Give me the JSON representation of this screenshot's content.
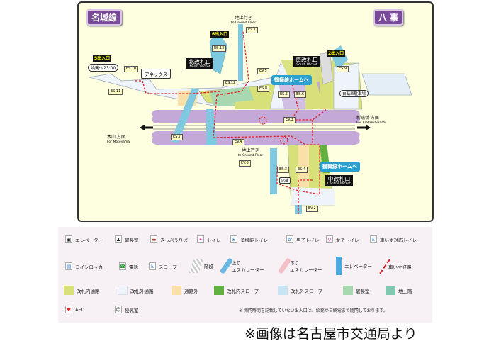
{
  "map": {
    "line_name": "名城線",
    "station_name": "八 事",
    "top_ground": {
      "ja": "地上行き",
      "en": "to Ground Floor",
      "ev": "EV.7"
    },
    "entrance6": "6出入口",
    "es13": "ES.13",
    "entrance5": "5出入口",
    "hours5": "始発～23:00",
    "es10": "ES.10",
    "es11": "ES.11",
    "annex": "アネックス",
    "north_wicket": {
      "ja": "北改札口",
      "en": "North Wicket"
    },
    "south_wicket": {
      "ja": "南改札口",
      "en": "South Wicket"
    },
    "entrance2": "2出入口",
    "es9": "ES.9",
    "ev5": "EV.5",
    "es8": "ES.8",
    "es12": "ES.12",
    "es5": "ES.5",
    "es6": "ES.6",
    "ev3": "EV.3",
    "tsurumai1": "鶴舞線ホームへ",
    "bicycle": "自転車駐車場",
    "dir_right": {
      "ja": "新瑞橋 方面",
      "en": "For Aratama-bashi"
    },
    "dir_left": {
      "ja": "本山 方面",
      "en": "For Motoyama"
    },
    "es7": "ES.7",
    "ev4": "EV.4",
    "bottom_ground": {
      "ja": "地上行き",
      "en": "to Ground Floor",
      "ev": "EV.6"
    },
    "es3": "ES.3",
    "es4": "ES.4",
    "tsurumai2": "鶴舞線ホームへ",
    "central_wicket": {
      "ja": "中改札口",
      "en": "Central Wicket"
    },
    "shop": "店舗",
    "ev2": "EV.2"
  },
  "legend": {
    "row1": [
      "エレベーター",
      "駅長室",
      "きっぷうりば",
      "トイレ",
      "多機能トイレ",
      "男子トイレ",
      "女子トイレ",
      "車いす対応トイレ"
    ],
    "row2": [
      "コインロッカー",
      "電話",
      "スロープ",
      "階段",
      "上り\nエスカレーター",
      "下り\nエスカレーター",
      "エレベーター",
      "車いす経路"
    ],
    "row3": [
      "改札内通路",
      "改札外通路",
      "通路外",
      "改札内スロープ",
      "改札外スロープ",
      "駅長室",
      "地上階"
    ],
    "row3_colors": [
      "#d8e07a",
      "#eef4fa",
      "#f8e0a8",
      "#62b040",
      "#c8e4f2",
      "#a8d8b0",
      "#80c8b0"
    ],
    "row4": [
      "AED",
      "授乳室"
    ],
    "note": "※ 開門時間を記載していない出入口は、始発から終電まで開門しております。"
  },
  "credit": "※画像は名古屋市交通局より"
}
